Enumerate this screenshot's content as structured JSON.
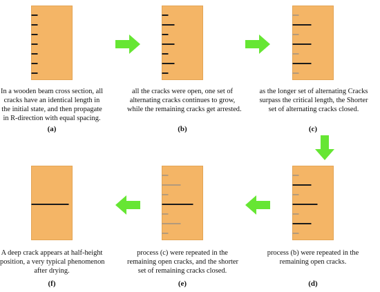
{
  "colors": {
    "beam_fill": "#f4b566",
    "beam_edge": "#e3a454",
    "open_crack": "#1a1a1a",
    "closed_crack": "#8a8a8a",
    "arrow": "#66e633"
  },
  "panels": [
    {
      "id": "a",
      "label": "(a)",
      "caption": [
        "In a wooden beam cross section, all",
        "cracks have an identical length in",
        "the initial state, and then propagate",
        "in R-direction with equal spacing."
      ],
      "cracks": [
        {
          "level": 1,
          "length": 1,
          "state": "open"
        },
        {
          "level": 2,
          "length": 1,
          "state": "open"
        },
        {
          "level": 3,
          "length": 1,
          "state": "open"
        },
        {
          "level": 4,
          "length": 1,
          "state": "open"
        },
        {
          "level": 5,
          "length": 1,
          "state": "open"
        },
        {
          "level": 6,
          "length": 1,
          "state": "open"
        },
        {
          "level": 7,
          "length": 1,
          "state": "open"
        }
      ]
    },
    {
      "id": "b",
      "label": "(b)",
      "caption": [
        "all the cracks were open, one set of",
        "alternating cracks continues to grow,",
        "while the remaining cracks get arrested."
      ],
      "cracks": [
        {
          "level": 1,
          "length": 1,
          "state": "open"
        },
        {
          "level": 2,
          "length": 2,
          "state": "open"
        },
        {
          "level": 3,
          "length": 1,
          "state": "open"
        },
        {
          "level": 4,
          "length": 2,
          "state": "open"
        },
        {
          "level": 5,
          "length": 1,
          "state": "open"
        },
        {
          "level": 6,
          "length": 2,
          "state": "open"
        },
        {
          "level": 7,
          "length": 1,
          "state": "open"
        }
      ]
    },
    {
      "id": "c",
      "label": "(c)",
      "caption": [
        "as the longer set of alternating Cracks",
        "surpass the critical length, the Shorter",
        "set of alternating cracks closed."
      ],
      "cracks": [
        {
          "level": 1,
          "length": 1,
          "state": "closed"
        },
        {
          "level": 2,
          "length": 3,
          "state": "open"
        },
        {
          "level": 3,
          "length": 1,
          "state": "closed"
        },
        {
          "level": 4,
          "length": 3,
          "state": "open"
        },
        {
          "level": 5,
          "length": 1,
          "state": "closed"
        },
        {
          "level": 6,
          "length": 3,
          "state": "open"
        },
        {
          "level": 7,
          "length": 1,
          "state": "closed"
        }
      ]
    },
    {
      "id": "d",
      "label": "(d)",
      "caption": [
        "process (b) were repeated in the",
        "remaining open cracks."
      ],
      "cracks": [
        {
          "level": 1,
          "length": 1,
          "state": "closed"
        },
        {
          "level": 2,
          "length": 3,
          "state": "open"
        },
        {
          "level": 3,
          "length": 1,
          "state": "closed"
        },
        {
          "level": 4,
          "length": 4,
          "state": "open"
        },
        {
          "level": 5,
          "length": 1,
          "state": "closed"
        },
        {
          "level": 6,
          "length": 3,
          "state": "open"
        },
        {
          "level": 7,
          "length": 1,
          "state": "closed"
        }
      ]
    },
    {
      "id": "e",
      "label": "(e)",
      "caption": [
        "process (c) were repeated in the",
        "remaining open cracks, and the shorter",
        "set of remaining cracks closed."
      ],
      "cracks": [
        {
          "level": 1,
          "length": 1,
          "state": "closed"
        },
        {
          "level": 2,
          "length": 3,
          "state": "closed"
        },
        {
          "level": 3,
          "length": 1,
          "state": "closed"
        },
        {
          "level": 4,
          "length": 5,
          "state": "open"
        },
        {
          "level": 5,
          "length": 1,
          "state": "closed"
        },
        {
          "level": 6,
          "length": 3,
          "state": "closed"
        },
        {
          "level": 7,
          "length": 1,
          "state": "closed"
        }
      ]
    },
    {
      "id": "f",
      "label": "(f)",
      "caption": [
        "A deep crack appears at half-height",
        "position, a very typical phenomenon",
        "after drying."
      ],
      "cracks": [
        {
          "level": 4,
          "length": 6,
          "state": "open"
        }
      ]
    }
  ],
  "arrows": [
    {
      "from": "a",
      "to": "b",
      "direction": "right"
    },
    {
      "from": "b",
      "to": "c",
      "direction": "right"
    },
    {
      "from": "c",
      "to": "d",
      "direction": "down"
    },
    {
      "from": "d",
      "to": "e",
      "direction": "left"
    },
    {
      "from": "e",
      "to": "f",
      "direction": "left"
    }
  ]
}
